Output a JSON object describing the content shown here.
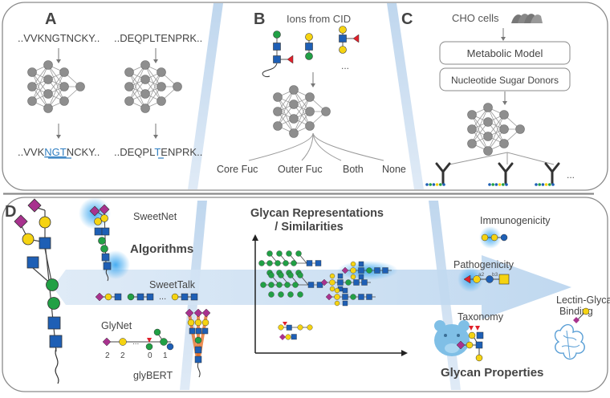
{
  "panels": {
    "a": {
      "letter": "A",
      "seq_left_top": "..VVKNGTNCKY..",
      "seq_right_top": "..DEQPLTENPRK..",
      "seq_left_bottom_pre": "..VVK",
      "seq_left_bottom_hl": "NGT",
      "seq_left_bottom_post": "NCKY..",
      "seq_right_bottom_pre": "..DEQPL",
      "seq_right_bottom_hl": "T",
      "seq_right_bottom_post": "ENPRK.."
    },
    "b": {
      "letter": "B",
      "title": "Ions from CID",
      "ellipsis": "...",
      "outputs": [
        "Core Fuc",
        "Outer Fuc",
        "Both",
        "None"
      ]
    },
    "c": {
      "letter": "C",
      "cells_label": "CHO cells",
      "box1": "Metabolic Model",
      "box2": "Nucleotide Sugar Donors",
      "ellipsis": "..."
    },
    "d": {
      "letter": "D",
      "sweetnet": "SweetNet",
      "algorithms": "Algorithms",
      "sweettalk": "SweetTalk",
      "sweettalk_dots": "...",
      "glynet": "GlyNet",
      "glynet_nums": [
        "2",
        "2",
        "0",
        "1"
      ],
      "glybert": "glyBERT",
      "repr_title_1": "Glycan Representations",
      "repr_title_2": "/ Similarities",
      "immunogenicity": "Immunogenicity",
      "pathogenicity": "Pathogenicity",
      "taxonomy": "Taxonomy",
      "lectin_1": "Lectin-Glycan",
      "lectin_2": "Binding",
      "properties": "Glycan Properties",
      "link_a2": "a2",
      "link_b3": "b3"
    }
  },
  "colors": {
    "neuac": "#a8328e",
    "gal": "#f5d312",
    "glcnac": "#1e5fb5",
    "man": "#21a045",
    "fuc": "#e0202a",
    "xyl": "#e8a06a",
    "node": "#8e8e8e",
    "edge": "#9a9a9a",
    "highlight": "#2f7ec1",
    "glow": "#3ea8f0",
    "arrow_band": "#c9def2"
  }
}
